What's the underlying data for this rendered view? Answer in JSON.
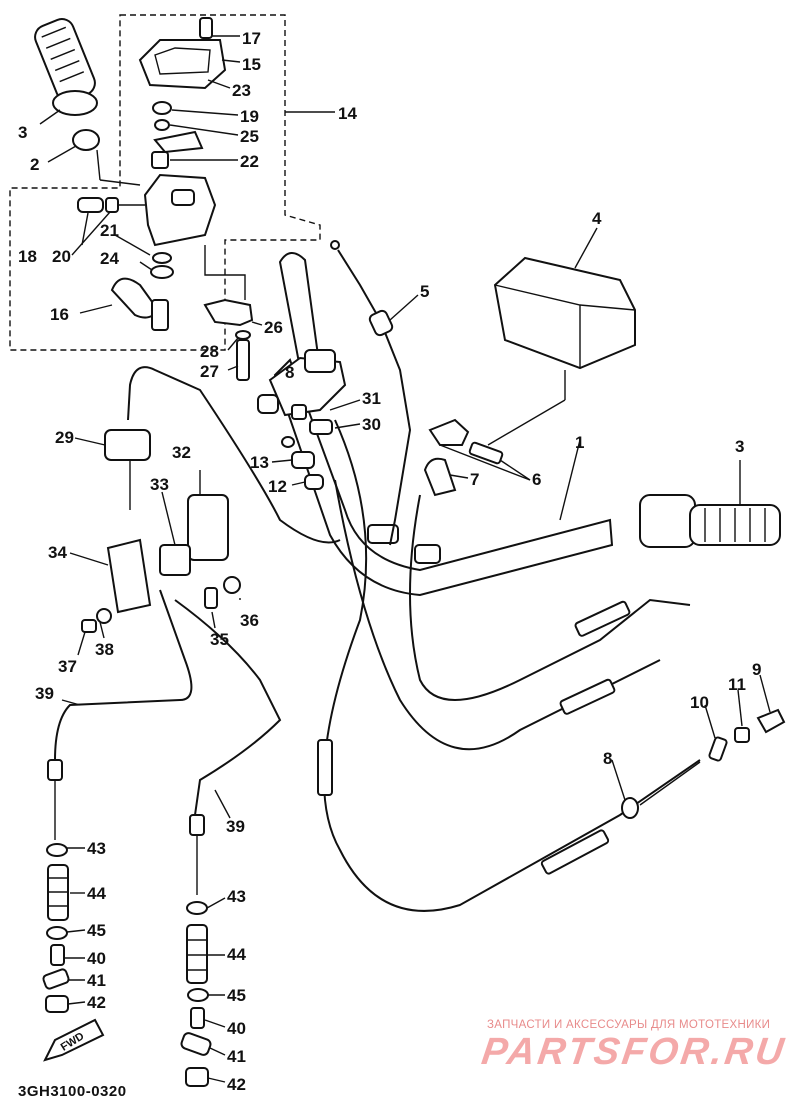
{
  "diagram": {
    "code": "3GH3100-0320",
    "fwd_text": "FWD",
    "watermark_line": "ЗАПЧАСТИ И АКСЕССУАРЫ ДЛЯ МОТОТЕХНИКИ",
    "watermark_brand": "PARTSFOR.RU",
    "callouts": [
      "17",
      "15",
      "23",
      "19",
      "25",
      "22",
      "14",
      "3",
      "2",
      "18",
      "20",
      "21",
      "24",
      "16",
      "26",
      "28",
      "27",
      "4",
      "5",
      "8",
      "31",
      "30",
      "13",
      "12",
      "29",
      "32",
      "33",
      "34",
      "36",
      "35",
      "37",
      "38",
      "1",
      "3",
      "6",
      "7",
      "9",
      "11",
      "10",
      "39",
      "43",
      "44",
      "45",
      "40",
      "41",
      "42",
      "39",
      "43",
      "44",
      "45",
      "40",
      "41",
      "42",
      "8"
    ]
  }
}
